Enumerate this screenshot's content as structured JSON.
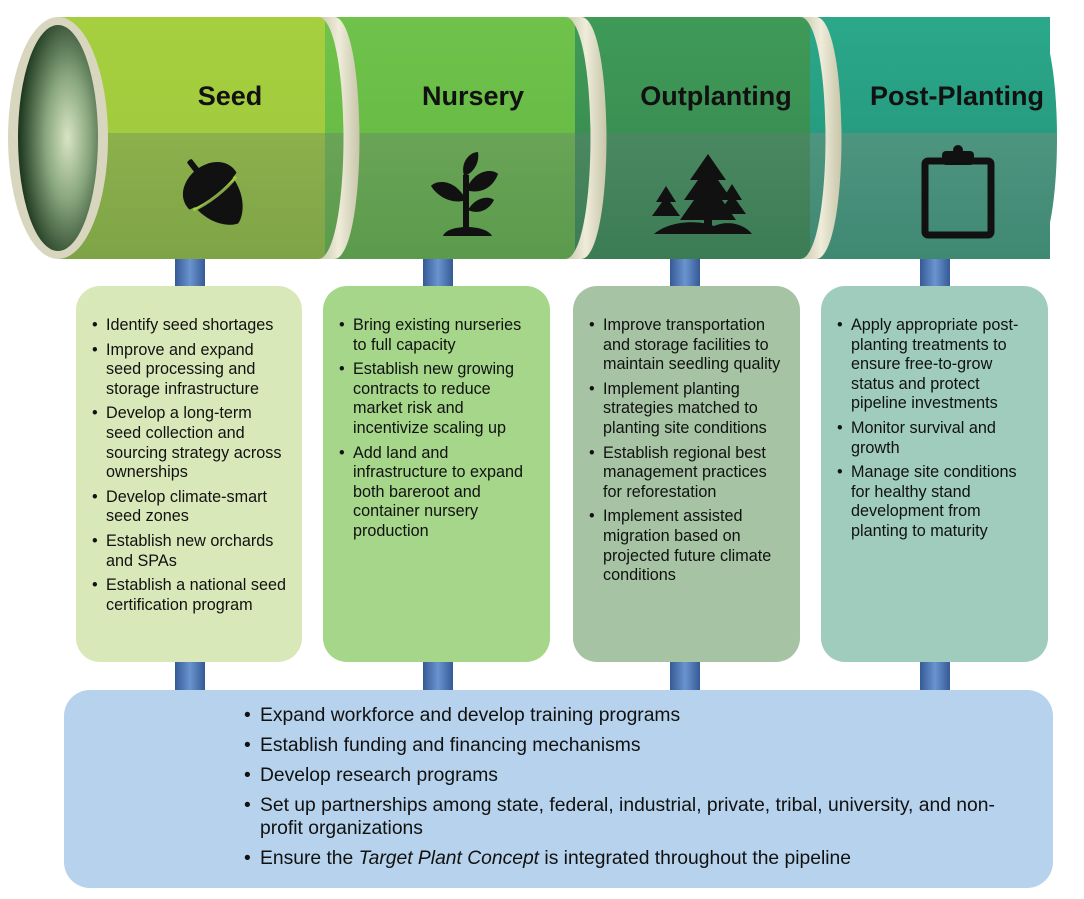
{
  "stages": [
    {
      "title": "Seed",
      "icon": "acorn-icon",
      "color": "#9bc83a",
      "bullets": [
        "Identify seed shortages",
        "Improve and expand seed processing and storage infrastructure",
        "Develop a long-term seed collection and sourcing strategy across ownerships",
        "Develop climate-smart seed zones",
        "Establish new orchards and SPAs",
        "Establish a national seed certification program"
      ]
    },
    {
      "title": "Nursery",
      "icon": "seedling-icon",
      "color": "#6cbf45",
      "bullets": [
        "Bring existing nurseries to full capacity",
        "Establish new growing contracts to reduce market risk and incentivize scaling up",
        "Add land and infrastructure to expand both bareroot and container nursery production"
      ]
    },
    {
      "title": "Outplanting",
      "icon": "trees-icon",
      "color": "#3f8f55",
      "bullets": [
        "Improve transportation and storage facilities to maintain seedling quality",
        "Implement planting strategies matched to planting site conditions",
        "Establish regional best management practices for reforestation",
        "Implement assisted migration based on projected future climate conditions"
      ]
    },
    {
      "title": "Post-Planting",
      "icon": "clipboard-icon",
      "color": "#2a9c82",
      "bullets": [
        "Apply appropriate post-planting treatments to ensure free-to-grow status and protect pipeline investments",
        "Monitor survival and growth",
        "Manage site conditions for healthy stand development from planting to maturity"
      ]
    }
  ],
  "cross_cutting": {
    "bullets": [
      {
        "text": "Expand workforce and develop training programs"
      },
      {
        "text": "Establish funding and financing mechanisms"
      },
      {
        "text": "Develop research programs"
      },
      {
        "text": "Set up partnerships among state, federal, industrial, private, tribal, university, and non-profit organizations"
      },
      {
        "before": "Ensure the ",
        "italic": "Target Plant Concept",
        "after": " is integrated throughout the pipeline"
      }
    ]
  }
}
